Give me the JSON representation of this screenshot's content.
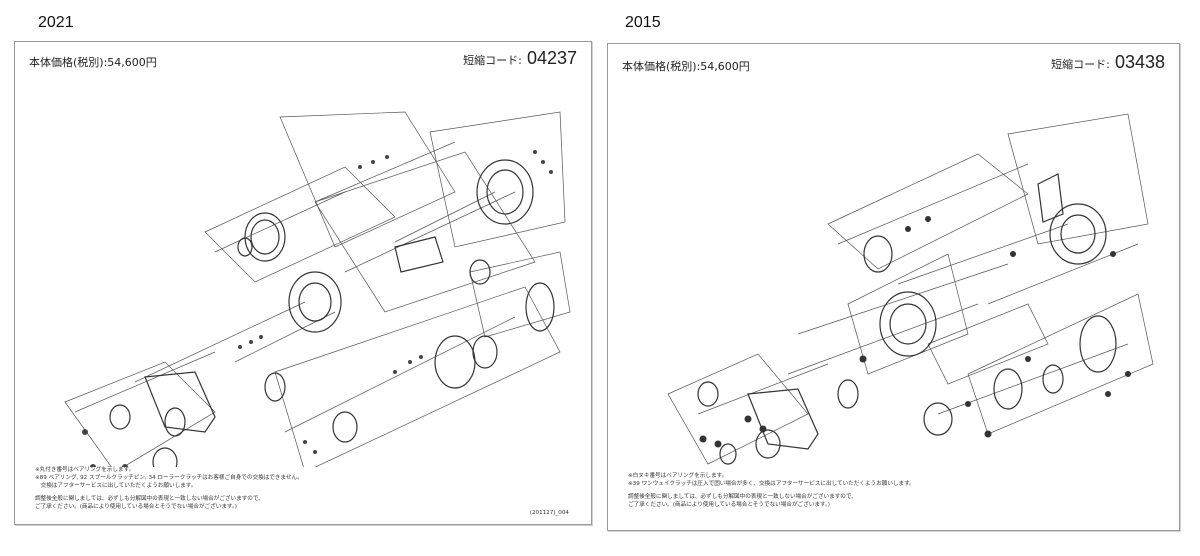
{
  "panels": [
    {
      "year": "2021",
      "price": "本体価格(税別):54,600円",
      "code_label": "短縮コード:",
      "code_number": "04237",
      "notes": [
        "※丸付き番号はベアリングを示します。",
        "※89 ベアリング, 92 スプールクラッチピン, 34 ローラークラッチはお客様ご自身での交換はできません。",
        "　交換はアフターサービスに出していただくようお願いします。",
        "調整後全般に関しましては、必ずしも分解図中の表現と一致しない場合がございますので、",
        "ご了承ください。(商品により使用している場合とそうでない場合がございます。)"
      ],
      "ref": "(201127)_004"
    },
    {
      "year": "2015",
      "price": "本体価格(税別):54,600円",
      "code_label": "短縮コード:",
      "code_number": "03438",
      "notes": [
        "※白ヌキ番号はベアリングを示します。",
        "※39 ワンウェイクラッチは圧入で固い場合が多く、交換はアフターサービスに出していただくようお願いします。",
        "調整後全般に関しましては、必ずしも分解図中の表現と一致しない場合がございますので、",
        "ご了承ください。(商品により使用している場合とそうでない場合がございます。)"
      ],
      "ref": ""
    }
  ]
}
